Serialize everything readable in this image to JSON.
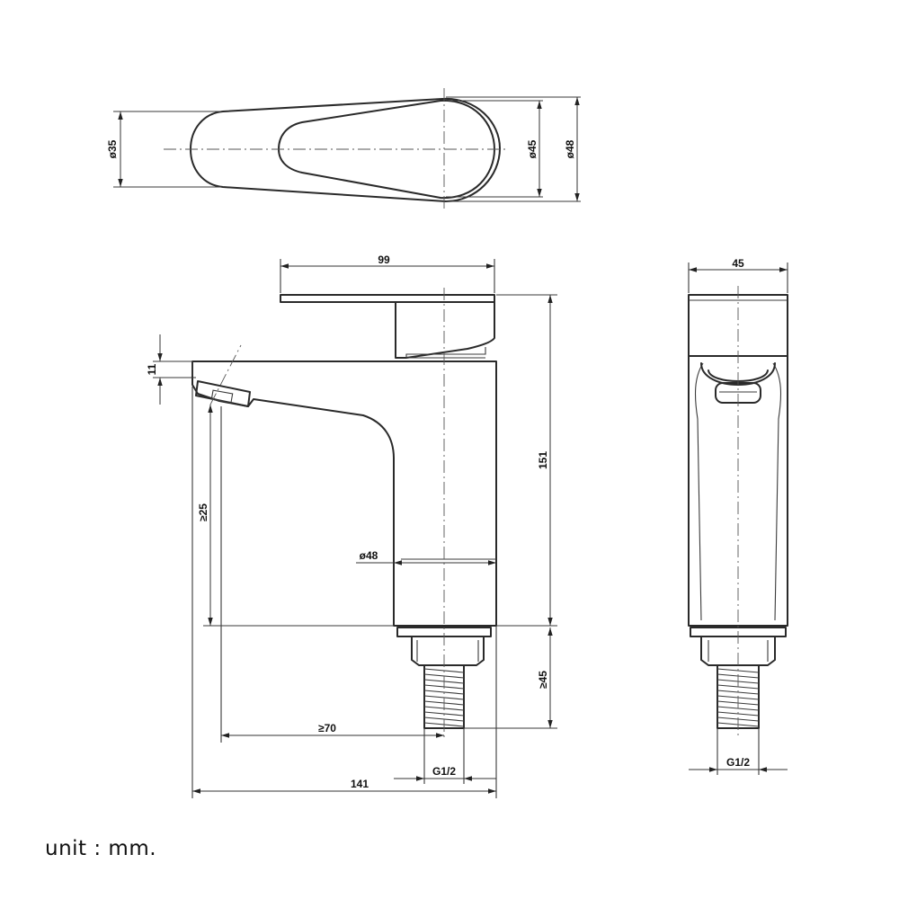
{
  "top_view": {
    "dims": {
      "d35": "ø35",
      "d45": "ø45",
      "d48": "ø48"
    }
  },
  "front_view": {
    "dims": {
      "width_99": "99",
      "height_151": "151",
      "spout_11": "11",
      "clearance_25": "≥25",
      "base_d48": "ø48",
      "thread_45": "≥45",
      "reach_70": "≥70",
      "thread_g12": "G1/2",
      "total_141": "141"
    }
  },
  "side_view": {
    "dims": {
      "width_45": "45",
      "thread_g12": "G1/2"
    }
  },
  "note": "unit : mm."
}
